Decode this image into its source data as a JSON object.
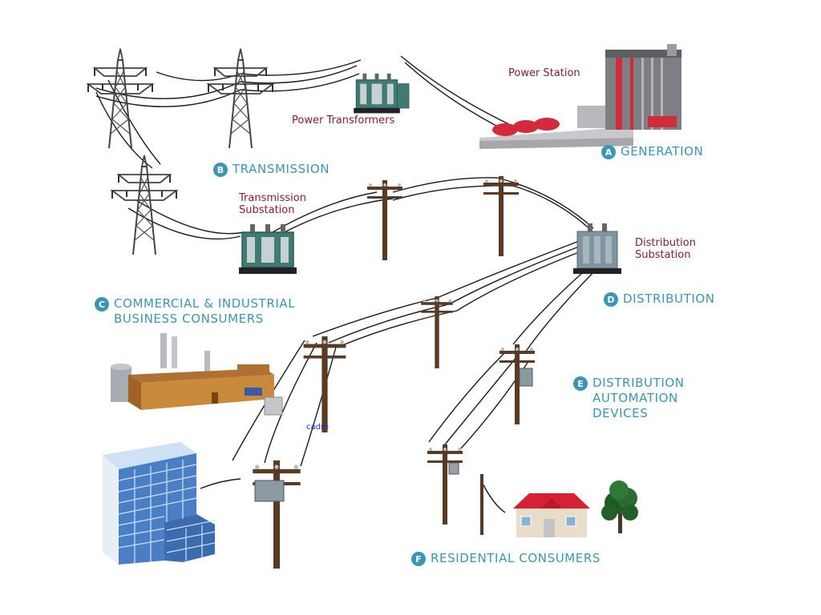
{
  "labels": {
    "power_station": "Power Station",
    "power_transformers": "Power Transformers",
    "transmission_substation": [
      "Transmission",
      "Substation"
    ],
    "distribution_substation": [
      "Distribution",
      "Substation"
    ],
    "cadre": "cadre"
  },
  "sections": [
    {
      "letter": "A",
      "lines": [
        "GENERATION"
      ]
    },
    {
      "letter": "B",
      "lines": [
        "TRANSMISSION"
      ]
    },
    {
      "letter": "C",
      "lines": [
        "COMMERCIAL & INDUSTRIAL",
        "BUSINESS CONSUMERS"
      ]
    },
    {
      "letter": "D",
      "lines": [
        "DISTRIBUTION"
      ]
    },
    {
      "letter": "E",
      "lines": [
        "DISTRIBUTION",
        "AUTOMATION",
        "DEVICES"
      ]
    },
    {
      "letter": "F",
      "lines": [
        "RESIDENTIAL CONSUMERS"
      ]
    }
  ],
  "colors": {
    "accent": "#3a96b4",
    "label_red": "#8a1c2b",
    "transformer": "#3f7b72",
    "pole": "#5a3a22",
    "roof": "#d42234",
    "factory": "#c98a3c",
    "building_glass": "#4a7fc6"
  },
  "icons": [
    "transmission-tower-icon",
    "transformer-icon",
    "power-station-icon",
    "utility-pole-icon",
    "factory-icon",
    "office-building-icon",
    "house-icon",
    "tree-icon"
  ]
}
